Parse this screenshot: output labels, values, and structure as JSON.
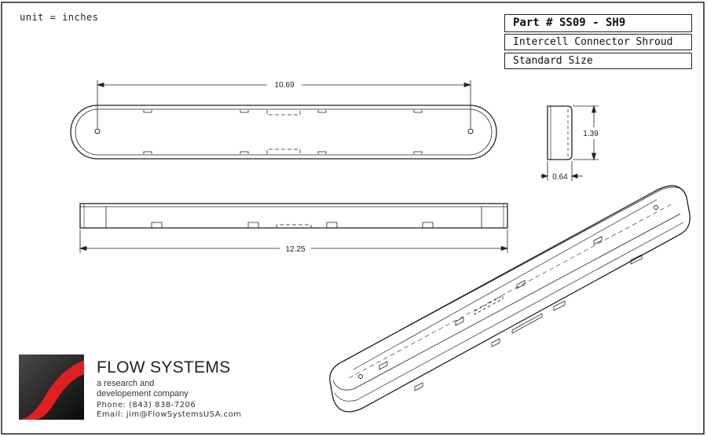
{
  "units_note": "unit = inches",
  "title_block": {
    "part_number": "Part # SS09 - SH9",
    "description": "Intercell Connector Shroud",
    "size": "Standard Size"
  },
  "dimensions": {
    "top_hole_spacing": "10.69",
    "overall_length": "12.25",
    "height": "1.39",
    "width": "0.64"
  },
  "company": {
    "name": "FLOW SYSTEMS",
    "tagline_line1": "a research and",
    "tagline_line2": "developement company",
    "phone": "Phone: (843) 838-7206",
    "email": "Email: jim@FlowSystemsUSA.com"
  },
  "colors": {
    "logo_red": "#e02020",
    "logo_dark": "#1a1a1a"
  }
}
